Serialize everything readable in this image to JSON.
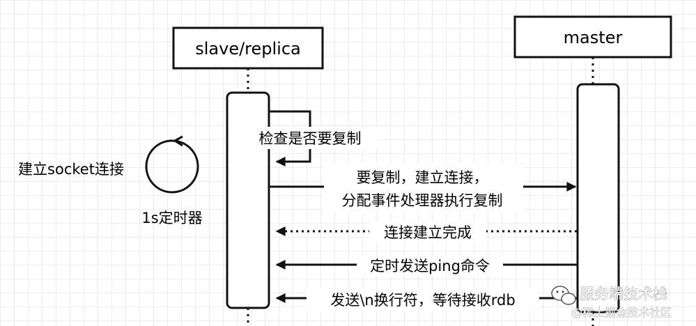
{
  "participants": {
    "slave": "slave/replica",
    "master": "master"
  },
  "timer": {
    "action": "建立socket连接",
    "label": "1s定时器"
  },
  "messages": {
    "self_check": "检查是否要复制",
    "request_line1": "要复制，建立连接，",
    "request_line2": "分配事件处理器执行复制",
    "conn_done": "连接建立完成",
    "ping": "定时发送ping命令",
    "rdb": "发送\\n换行符，等待接收rdb"
  },
  "watermark": {
    "main": "服务端技术栈",
    "sub": "@稀土掘金技术社区"
  }
}
